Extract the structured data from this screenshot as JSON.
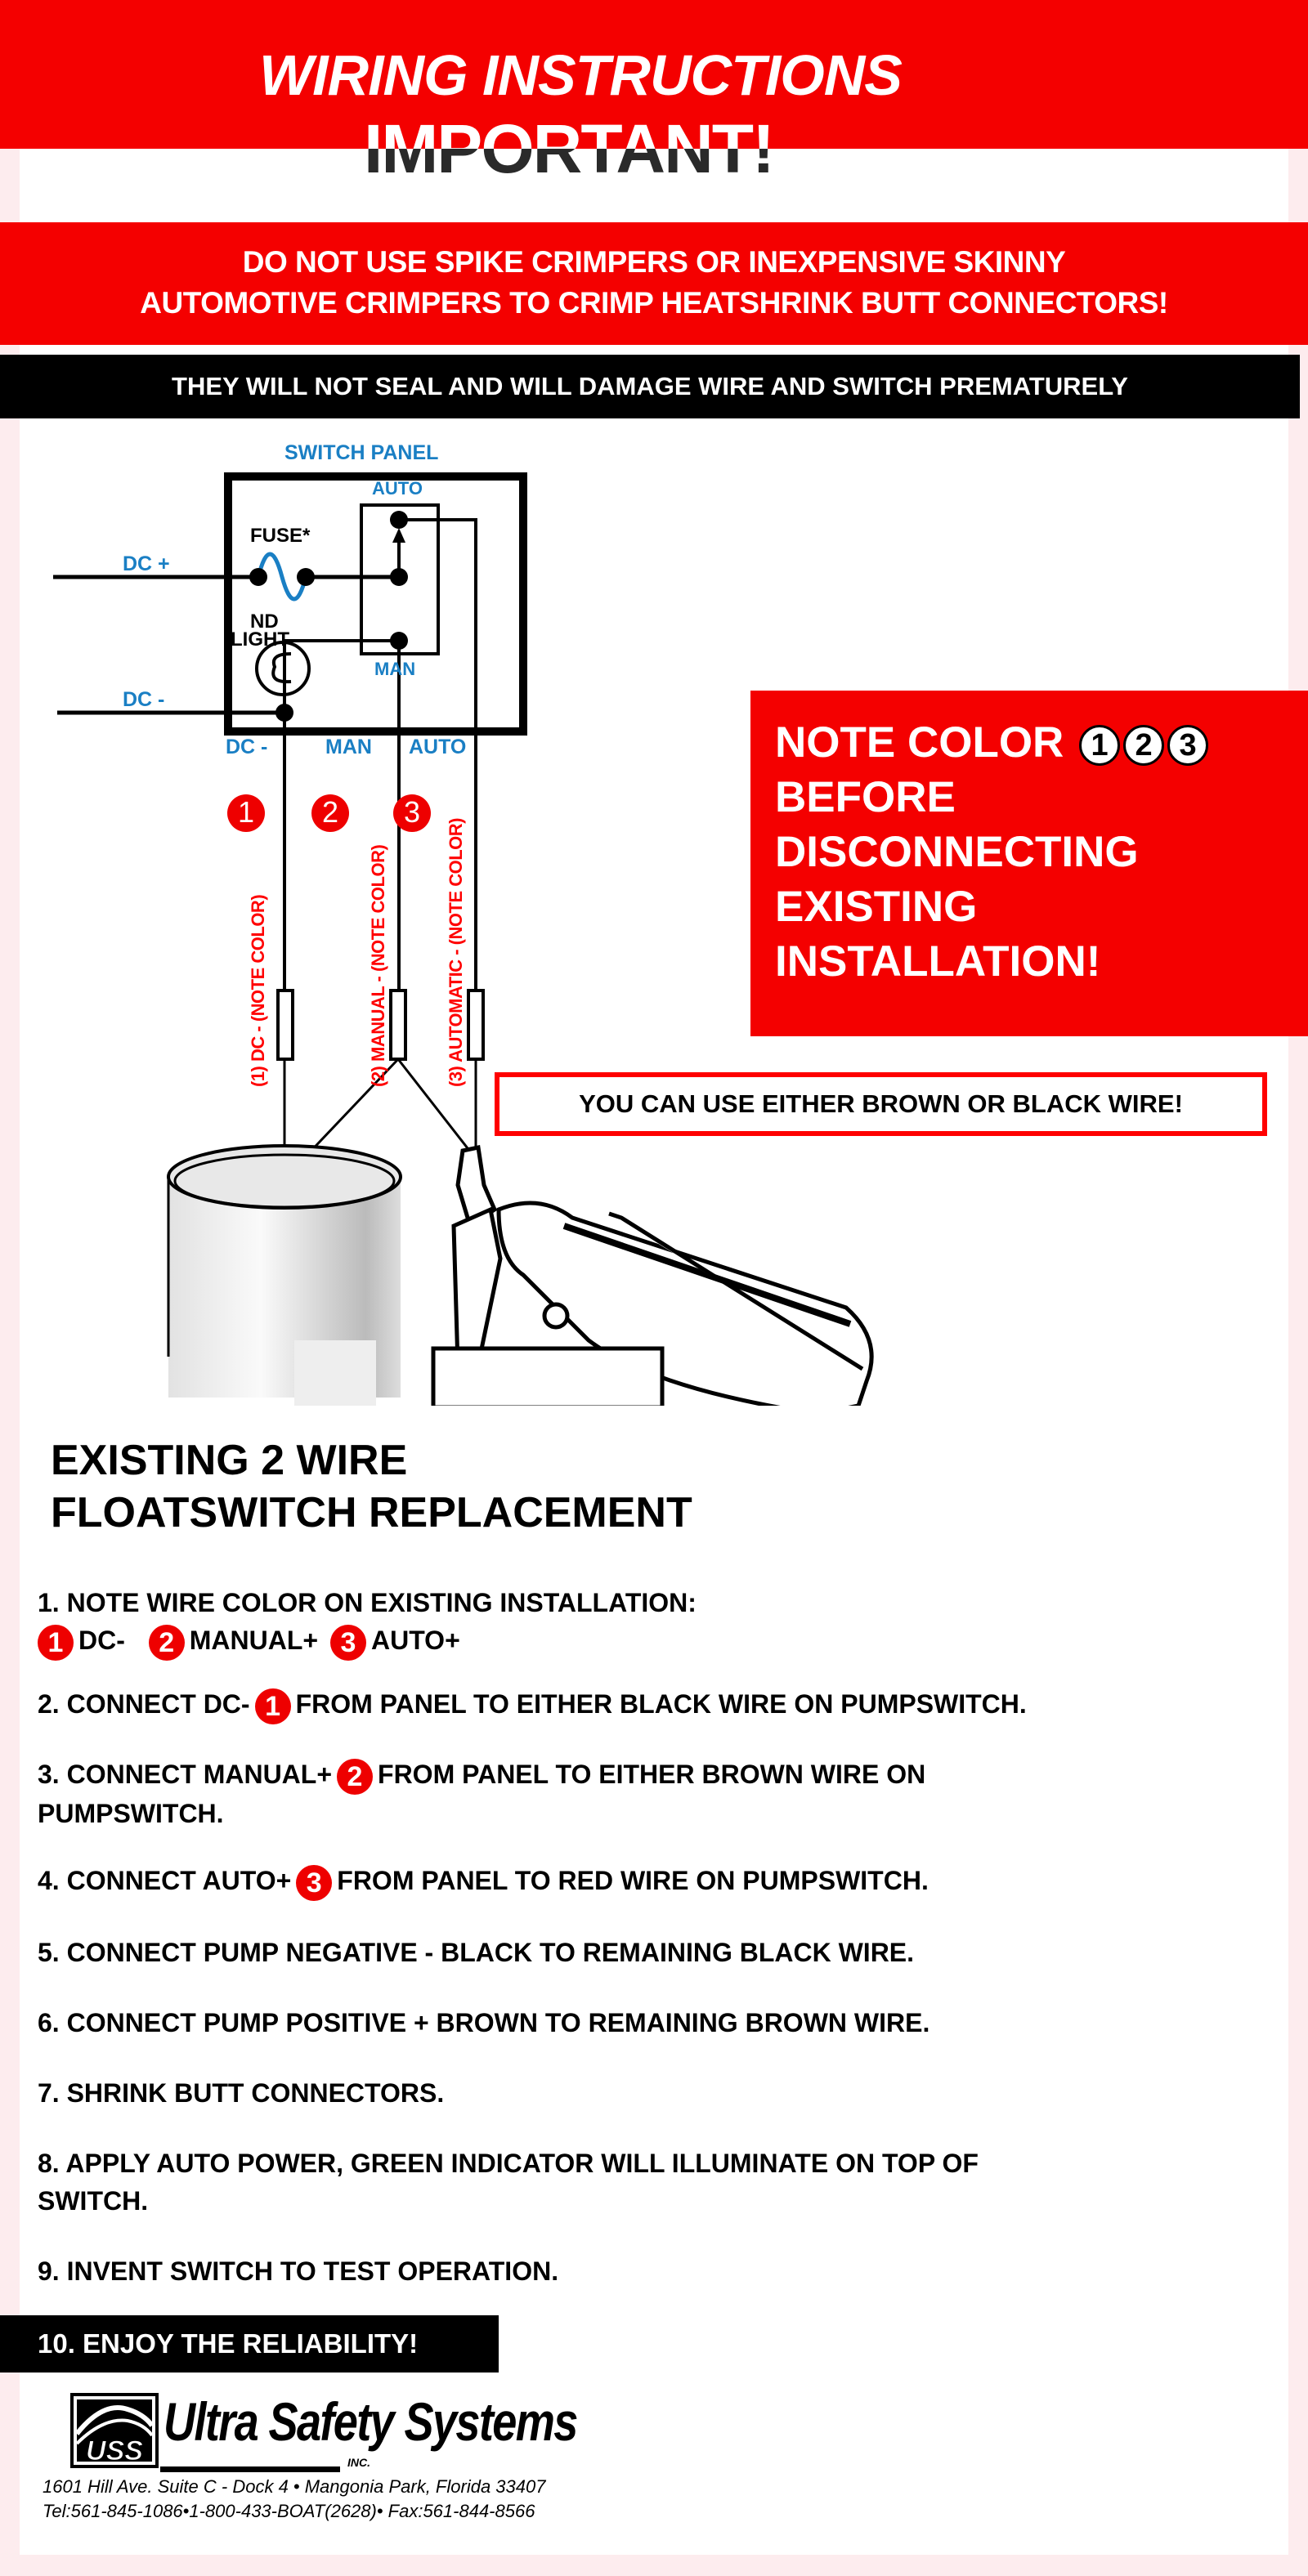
{
  "header": {
    "title": "WIRING INSTRUCTIONS",
    "subtitle": "IMPORTANT!",
    "warning_line1": "DO NOT USE SPIKE CRIMPERS OR INEXPENSIVE SKINNY",
    "warning_line2": "AUTOMOTIVE CRIMPERS TO CRIMP HEATSHRINK BUTT CONNECTORS!",
    "black_banner": "THEY WILL NOT SEAL AND WILL DAMAGE WIRE AND SWITCH PREMATURELY"
  },
  "diagram": {
    "switch_panel": "SWITCH PANEL",
    "auto": "AUTO",
    "man": "MAN",
    "fuse": "FUSE*",
    "ind_light_1": "ND",
    "ind_light_2": "LIGHT",
    "dc_plus": "DC +",
    "dc_minus": "DC -",
    "bottom_dc": "DC -",
    "bottom_man": "MAN",
    "bottom_auto": "AUTO",
    "badges": [
      "1",
      "2",
      "3"
    ],
    "wire_labels": [
      "(1) DC - (NOTE COLOR)",
      "(2) MANUAL - (NOTE COLOR)",
      "(3) AUTOMATIC - (NOTE COLOR)"
    ],
    "either_wire": "YOU CAN USE EITHER BROWN OR BLACK WIRE!"
  },
  "note": {
    "line1": "NOTE COLOR",
    "badges": [
      "1",
      "2",
      "3"
    ],
    "line2": "BEFORE",
    "line3": "DISCONNECTING",
    "line4": "EXISTING",
    "line5": "INSTALLATION!"
  },
  "section": {
    "title_line1": "EXISTING 2 WIRE",
    "title_line2": "FLOATSWITCH REPLACEMENT"
  },
  "steps": {
    "s1": {
      "text": "1. NOTE WIRE COLOR ON EXISTING INSTALLATION:",
      "items": [
        {
          "badge": "1",
          "label": "DC-"
        },
        {
          "badge": "2",
          "label": "MANUAL+"
        },
        {
          "badge": "3",
          "label": "AUTO+"
        }
      ]
    },
    "s2": {
      "before": "2. CONNECT DC-",
      "badge": "1",
      "after": "FROM PANEL TO EITHER BLACK WIRE ON PUMPSWITCH."
    },
    "s3": {
      "before": "3. CONNECT MANUAL+",
      "badge": "2",
      "after": "FROM PANEL TO EITHER BROWN WIRE ON",
      "line2": "PUMPSWITCH."
    },
    "s4": {
      "before": "4. CONNECT AUTO+",
      "badge": "3",
      "after": "FROM PANEL TO RED WIRE ON PUMPSWITCH."
    },
    "s5": "5. CONNECT PUMP NEGATIVE - BLACK TO REMAINING BLACK WIRE.",
    "s6": "6. CONNECT PUMP POSITIVE + BROWN TO REMAINING BROWN WIRE.",
    "s7": "7. SHRINK BUTT CONNECTORS.",
    "s8_line1": "8. APPLY AUTO POWER, GREEN INDICATOR WILL ILLUMINATE ON TOP OF",
    "s8_line2": "SWITCH.",
    "s9": "9. INVENT SWITCH TO TEST OPERATION.",
    "s10": "10. ENJOY THE RELIABILITY!"
  },
  "footer": {
    "logo_mark": "USS",
    "company": "Ultra Safety Systems",
    "inc": "INC.",
    "address": "1601 Hill Ave. Suite C - Dock 4 • Mangonia Park, Florida  33407",
    "phones": "Tel:561-845-1086•1-800-433-BOAT(2628)• Fax:561-844-8566"
  },
  "colors": {
    "red": "#f40000",
    "blue": "#1a7fc4",
    "black": "#000000"
  }
}
